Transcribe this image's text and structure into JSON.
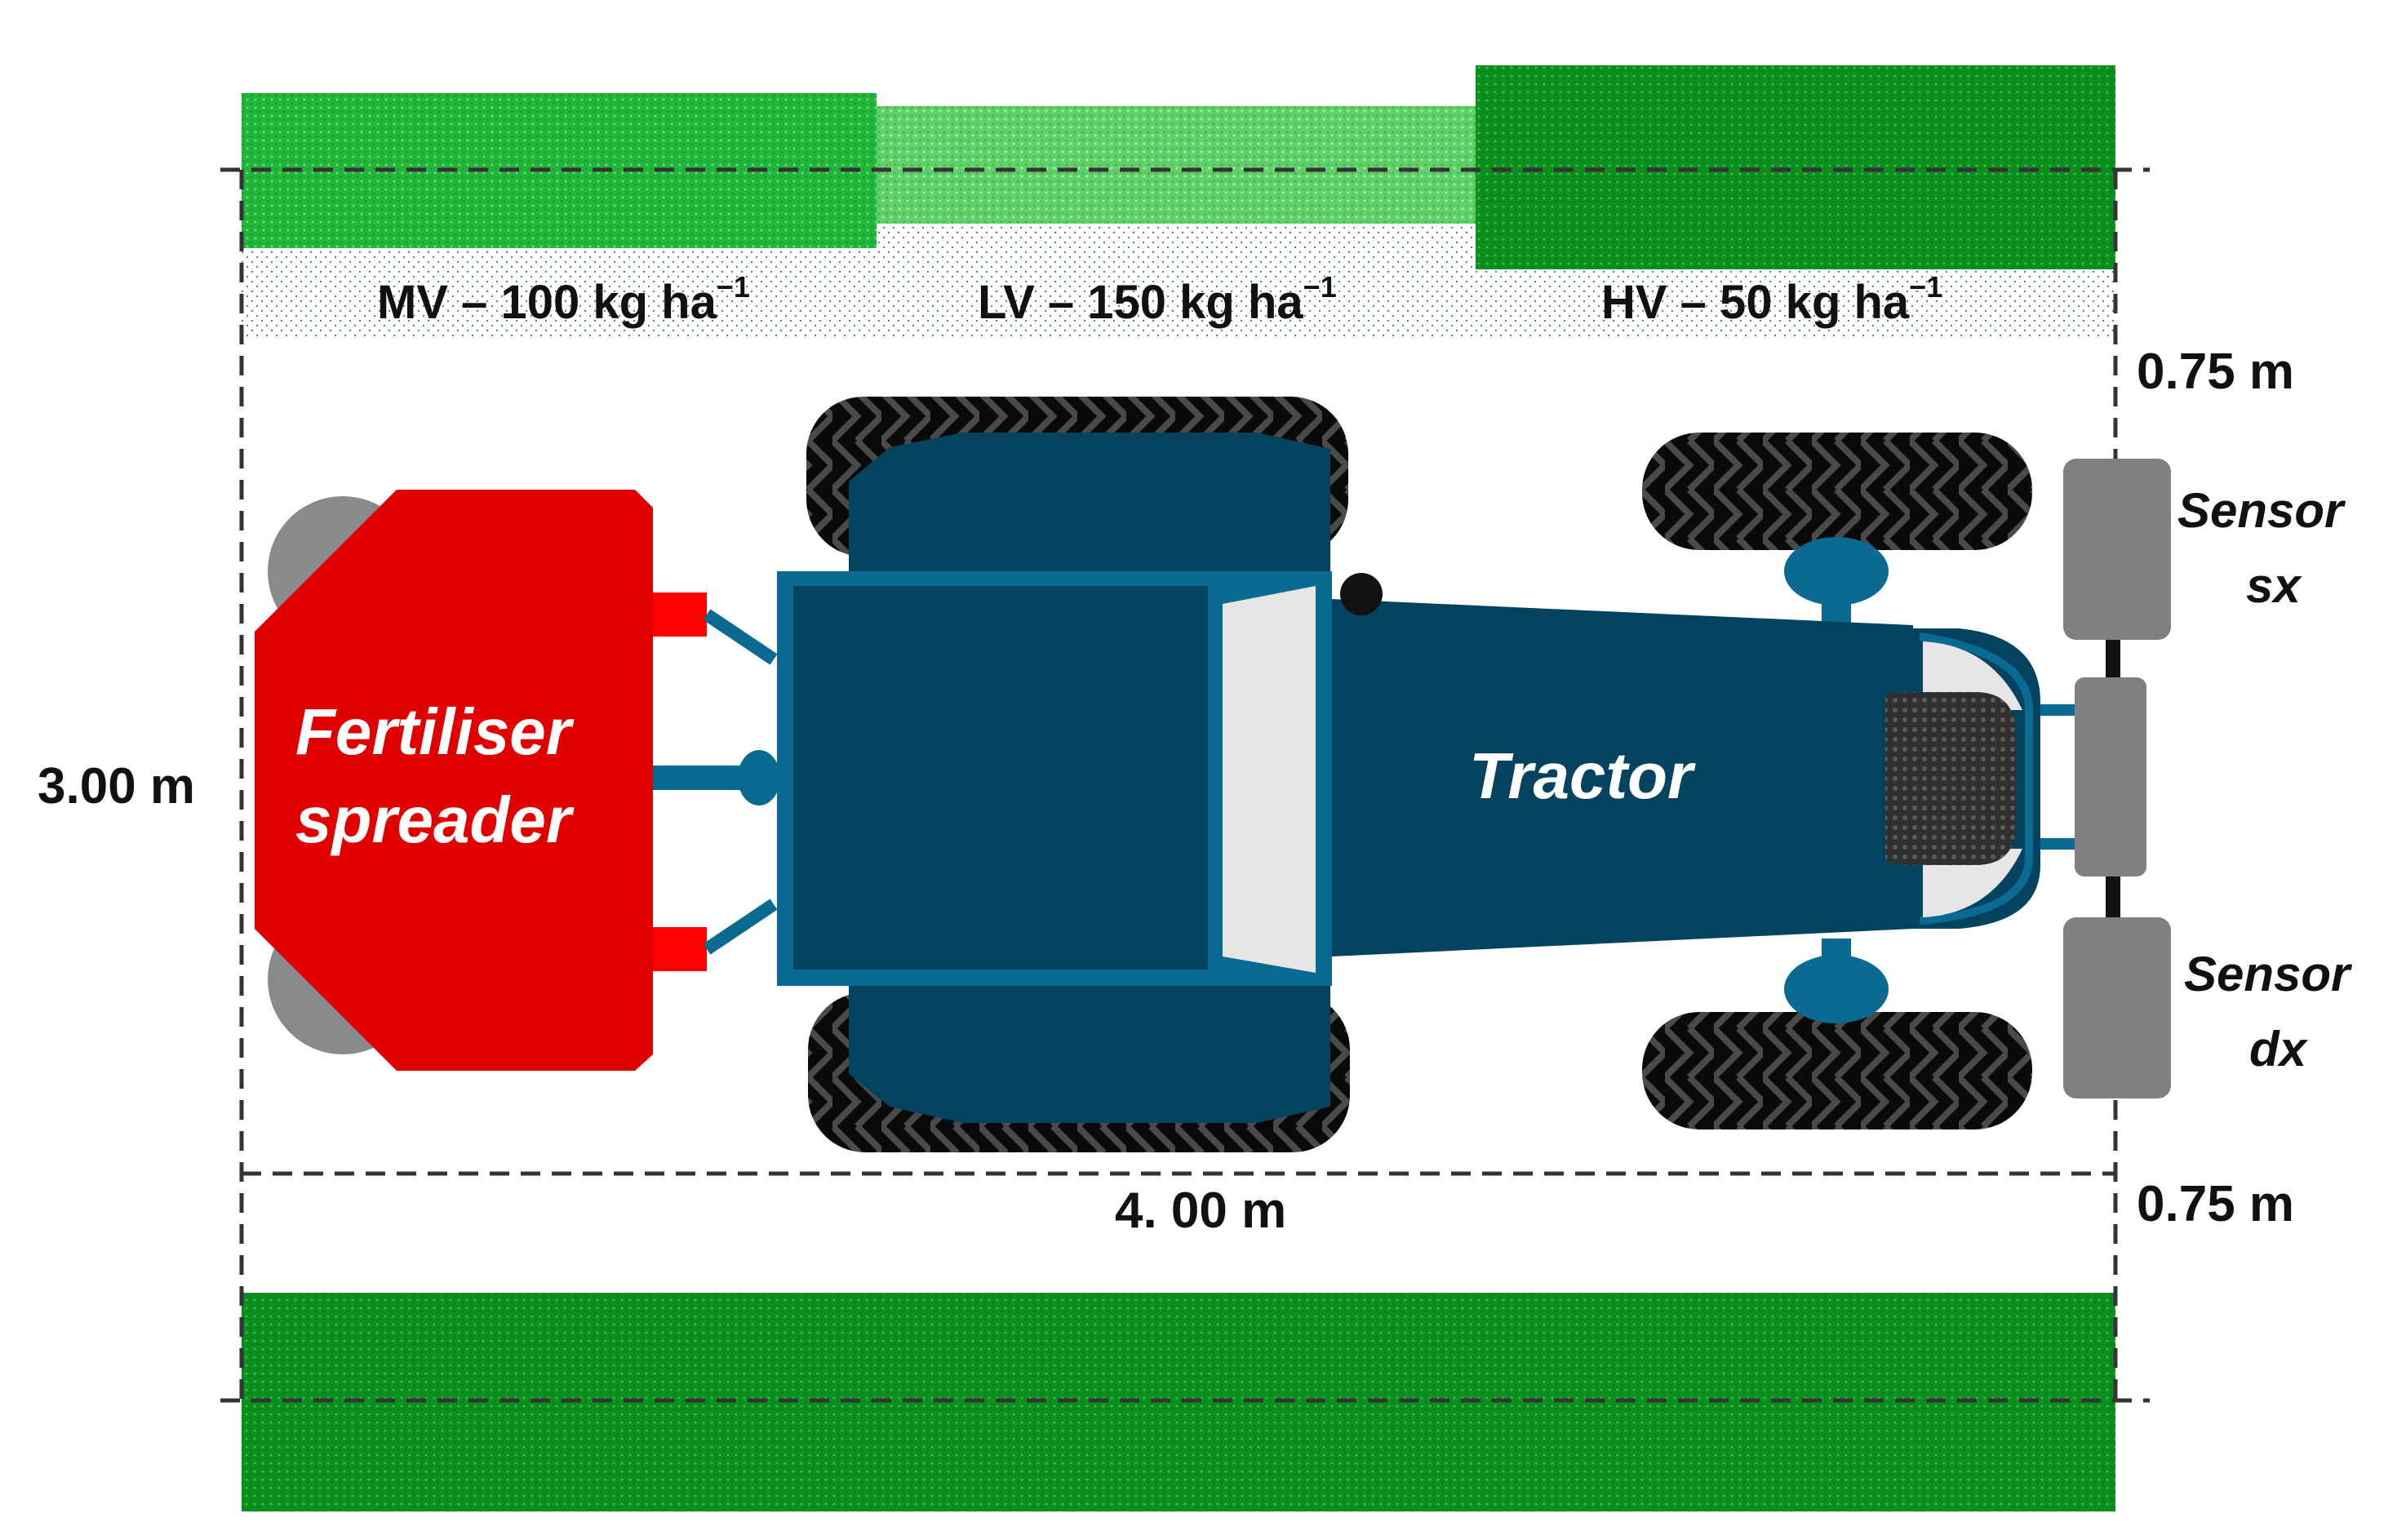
{
  "zones": [
    {
      "name": "MV",
      "rate": "100",
      "unit": "kg ha",
      "exponent": "−1",
      "label": "MV – 100 kg ha"
    },
    {
      "name": "LV",
      "rate": "150",
      "unit": "kg ha",
      "exponent": "−1",
      "label": "LV – 150 kg ha"
    },
    {
      "name": "HV",
      "rate": "50",
      "unit": "kg ha",
      "exponent": "−1",
      "label": "HV – 50 kg ha"
    }
  ],
  "dimensions": {
    "width": "3.00 m",
    "length": "4. 00 m",
    "top_margin": "0.75 m",
    "bottom_margin": "0.75 m"
  },
  "labels": {
    "spreader_line1": "Fertiliser",
    "spreader_line2": "spreader",
    "tractor": "Tractor",
    "sensor_left_line1": "Sensor",
    "sensor_left_line2": "sx",
    "sensor_right_line1": "Sensor",
    "sensor_right_line2": "dx"
  },
  "colors": {
    "high_vigour": "#0a8f1c",
    "medium_vigour": "#1fb83a",
    "low_vigour": "#5fd46a",
    "tractor_body": "#04435f",
    "tractor_outline": "#0a6a92",
    "spreader": "#e00000",
    "sensor": "#808080",
    "tyre": "#0a0a0a"
  }
}
